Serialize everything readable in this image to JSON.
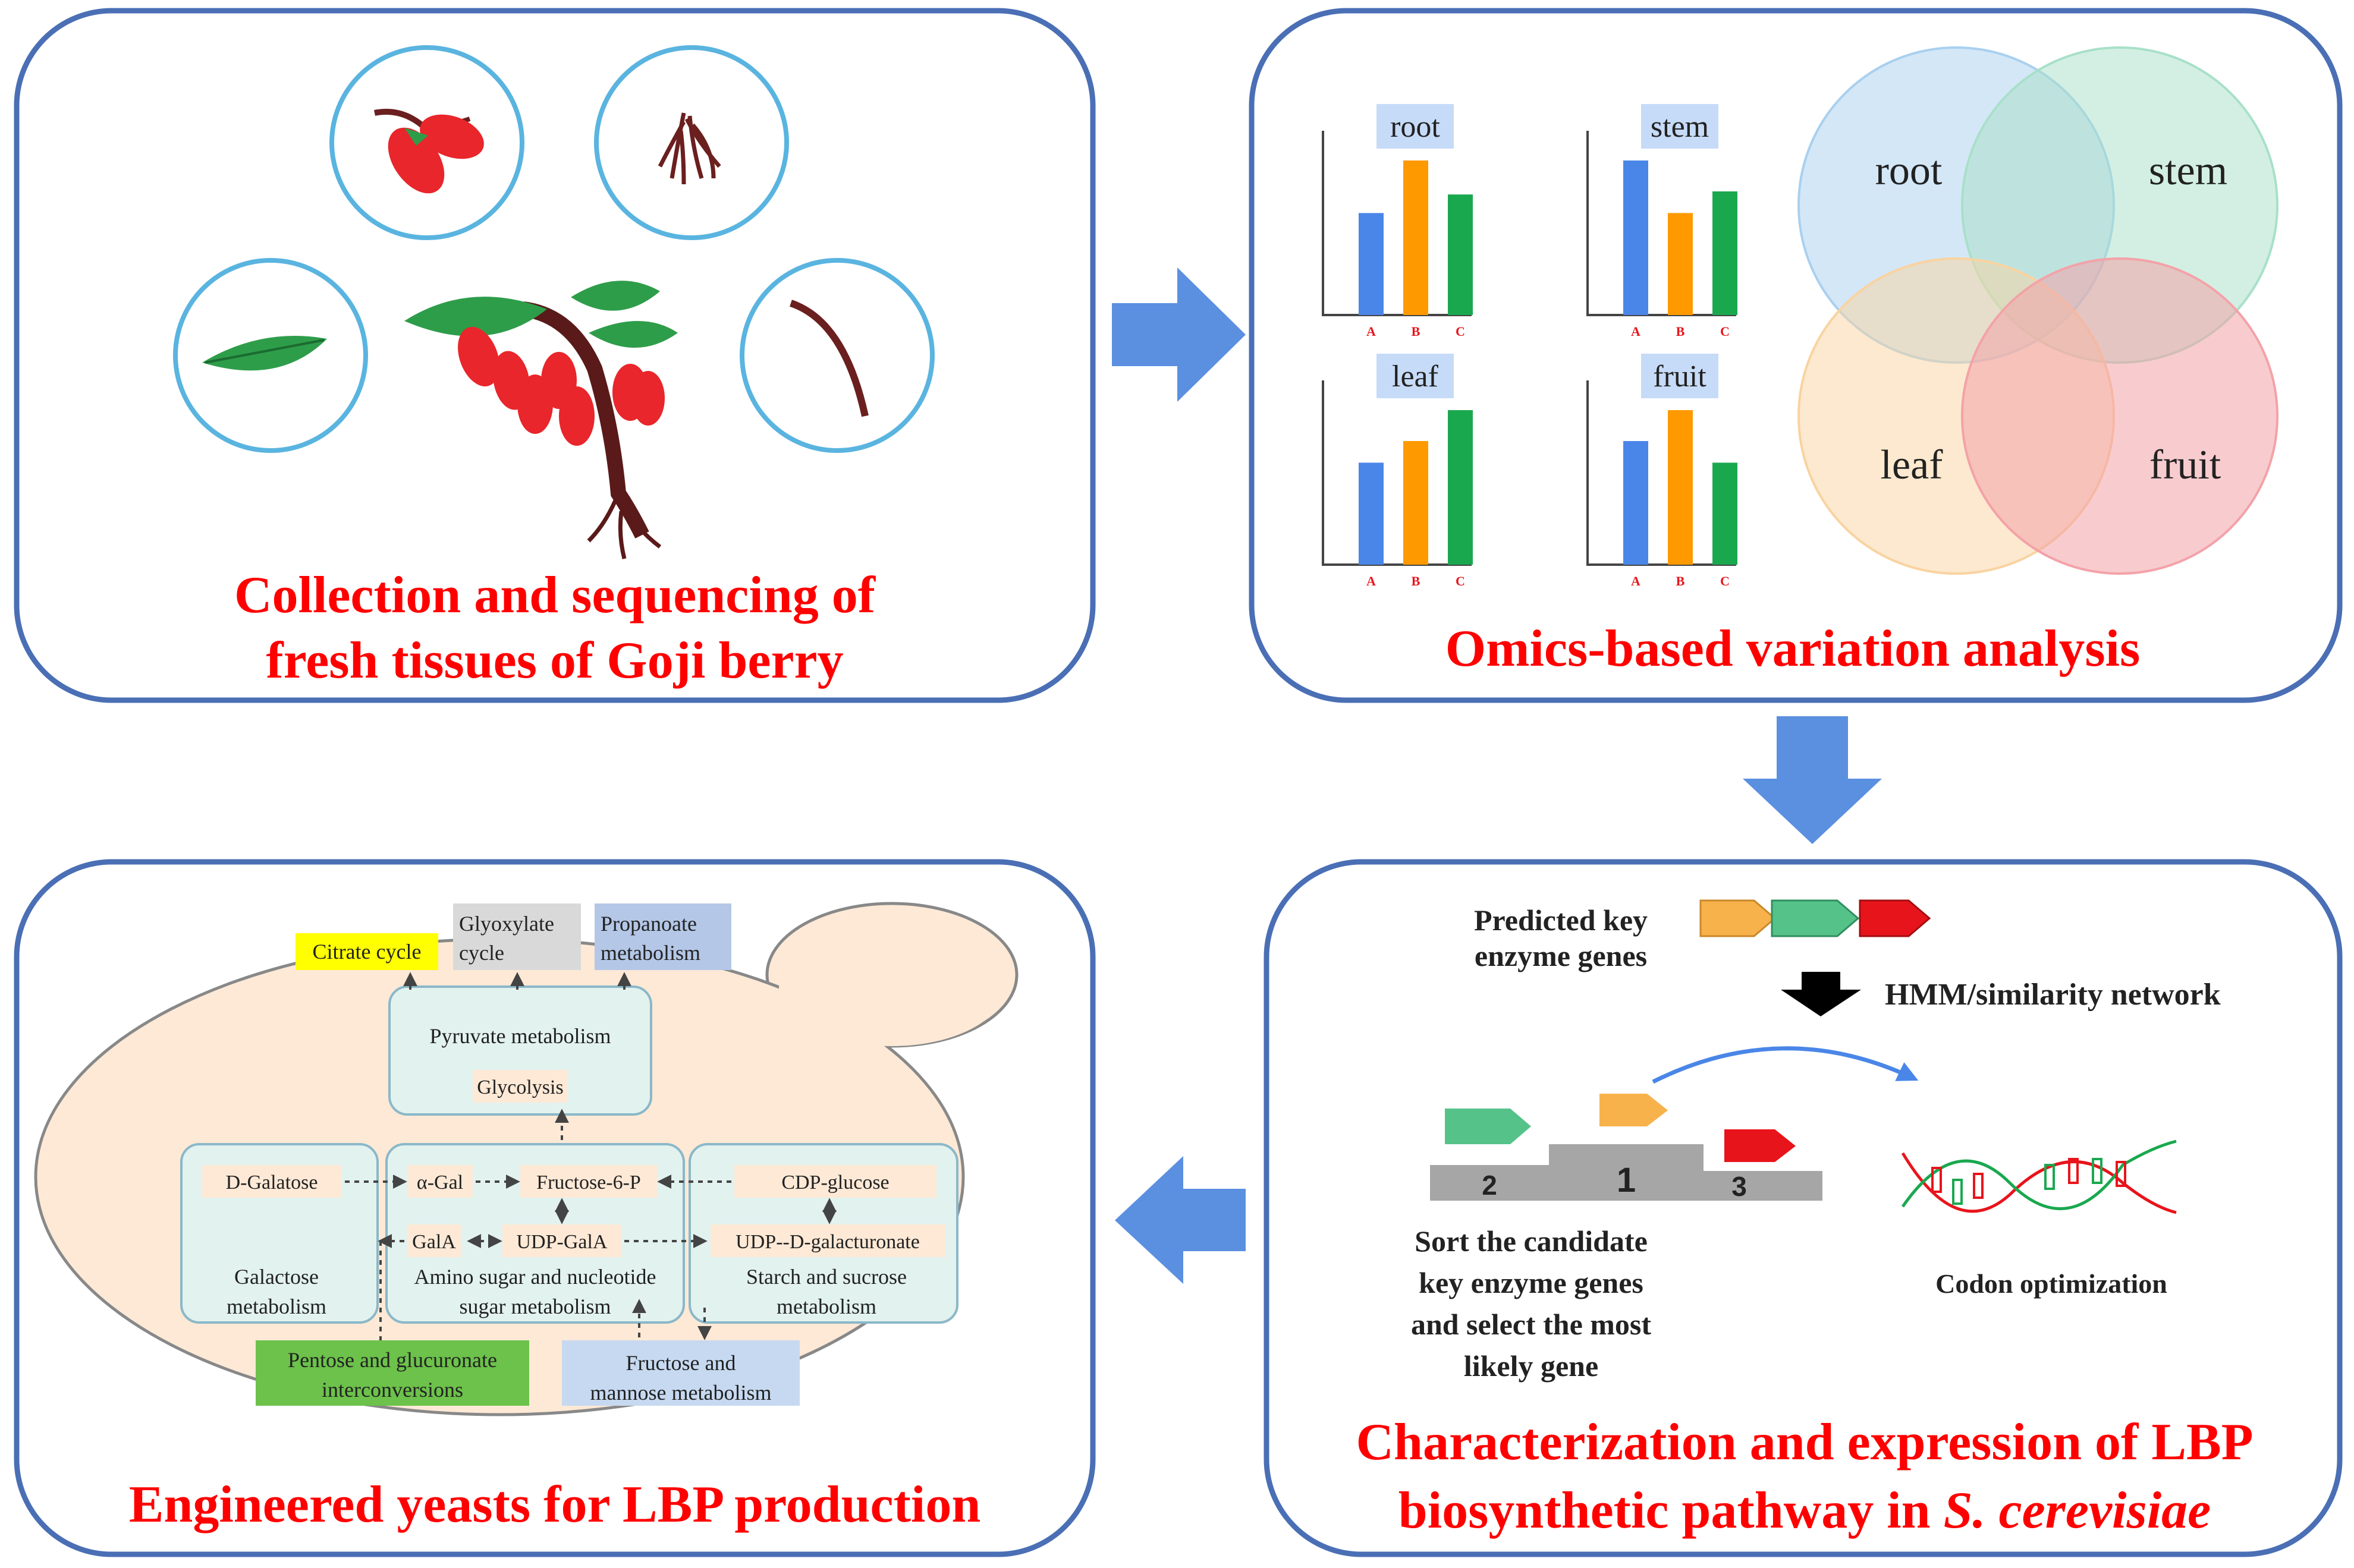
{
  "colors": {
    "panel_border": "#4a6fb5",
    "arrow_blue": "#5b8fe0",
    "title_red": "#ff0000",
    "circle_border": "#5ab4e0",
    "bar_blue": "#4a86e8",
    "bar_orange": "#ff9900",
    "bar_green": "#1aa84f",
    "label_bg": "#c6dbf7",
    "venn_root": "#a9d0ef",
    "venn_stem": "#a8e0c8",
    "venn_leaf": "#f9d3a0",
    "venn_fruit": "#f3a2a8",
    "yeast_fill": "#fde9d6",
    "module_fill": "#e2f2ef",
    "citrate_bg": "#ffff00",
    "glyoxylate_bg": "#d9d9d9",
    "propanoate_bg": "#b4c7e7",
    "pentose_bg": "#6cc24a",
    "fructose_bg": "#c6d9f1"
  },
  "panel1": {
    "title_line1": "Collection and sequencing of",
    "title_line2": "fresh tissues of Goji berry"
  },
  "panel2": {
    "title": "Omics-based variation analysis",
    "charts": [
      {
        "label": "root",
        "categories": [
          "A",
          "B",
          "C"
        ],
        "values": [
          0.66,
          1.0,
          0.78
        ]
      },
      {
        "label": "stem",
        "categories": [
          "A",
          "B",
          "C"
        ],
        "values": [
          1.0,
          0.66,
          0.8
        ]
      },
      {
        "label": "leaf",
        "categories": [
          "A",
          "B",
          "C"
        ],
        "values": [
          0.66,
          0.8,
          1.0
        ]
      },
      {
        "label": "fruit",
        "categories": [
          "A",
          "B",
          "C"
        ],
        "values": [
          0.8,
          1.0,
          0.66
        ]
      }
    ],
    "venn": {
      "root": "root",
      "stem": "stem",
      "leaf": "leaf",
      "fruit": "fruit"
    }
  },
  "panel3": {
    "title_line1": "Characterization and expression of LBP",
    "title_line2_prefix": "biosynthetic pathway in ",
    "title_line2_italic": "S. cerevisiae",
    "predicted_line1": "Predicted key",
    "predicted_line2": "enzyme genes",
    "hmm_label": "HMM/similarity network",
    "podium": {
      "second": "2",
      "first": "1",
      "third": "3"
    },
    "sort_lines": [
      "Sort the candidate",
      "key enzyme genes",
      "and select the most",
      "likely gene"
    ],
    "codon_label": "Codon optimization"
  },
  "panel4": {
    "title": "Engineered yeasts for LBP production",
    "citrate": "Citrate cycle",
    "glyoxylate_line1": "Glyoxylate",
    "glyoxylate_line2": "cycle",
    "propanoate_line1": "Propanoate",
    "propanoate_line2": "metabolism",
    "pyruvate": "Pyruvate metabolism",
    "glycolysis": "Glycolysis",
    "d_galatose": "D-Galatose",
    "galactose_line1": "Galactose",
    "galactose_line2": "metabolism",
    "a_gal": "α-Gal",
    "fructose6p": "Fructose-6-P",
    "gala": "GalA",
    "udp_gala": "UDP-GalA",
    "amino_line1": "Amino sugar and nucleotide",
    "amino_line2": "sugar metabolism",
    "cdp_glucose": "CDP-glucose",
    "udp_d_gal": "UDP--D-galacturonate",
    "starch_line1": "Starch and sucrose",
    "starch_line2": "metabolism",
    "pentose_line1": "Pentose and glucuronate",
    "pentose_line2": "interconversions",
    "fructose_mannose_line1": "Fructose and",
    "fructose_mannose_line2": "mannose metabolism"
  }
}
